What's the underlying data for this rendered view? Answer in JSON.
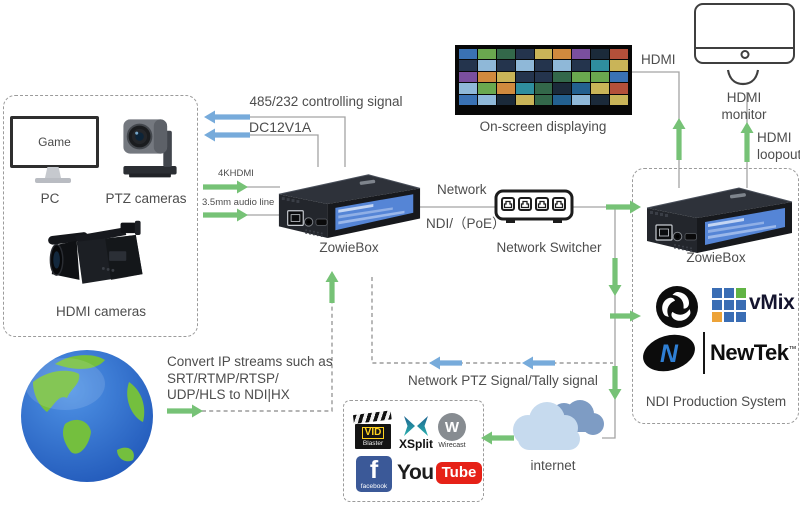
{
  "labels": {
    "ctrl_signal": "485/232 controlling signal",
    "power": "DC12V1A",
    "hdmi4k": "4KHDMI",
    "audio": "3.5mm audio line",
    "network": "Network",
    "ndi_poe": "NDI/（PoE）",
    "network_switcher": "Network Switcher",
    "onscreen": "On-screen displaying",
    "hdmi_wall": "HDMI",
    "hdmi_monitor_1": "HDMI",
    "hdmi_monitor_2": "monitor",
    "hdmi_loopout_1": "HDMI",
    "hdmi_loopout_2": "loopout",
    "zowiebox_left": "ZowieBox",
    "zowiebox_right": "ZowieBox",
    "ndi_production": "NDI Production System",
    "internet": "internet",
    "ptz_tally": "Network PTZ Signal/Tally signal",
    "convert_1": "Convert IP streams such as",
    "convert_2": "SRT/RTMP/RTSP/",
    "convert_3": "UDP/HLS to NDI|HX"
  },
  "sources": {
    "pc": "PC",
    "pc_screen": "Game",
    "ptz": "PTZ cameras",
    "hdmi_cam": "HDMI cameras"
  },
  "logos": {
    "vmix": "vMix",
    "newtek": "NewTek",
    "newtek_tm": "™",
    "newtek_n": "N",
    "xsplit": "XSplit",
    "wirecast": "Wirecast",
    "wirecast_w": "W",
    "vid": "VID",
    "blaster": "Blaster",
    "facebook_f": "f",
    "facebook": "facebook",
    "youtube_you": "You",
    "youtube_tube": "Tube"
  },
  "colors": {
    "arrow_green": "#76c276",
    "arrow_blue": "#77abdb",
    "line_gray": "#a3a3a3",
    "screen_blue": "#5585d6",
    "vmix_blue": "#3a6db4",
    "vmix_green": "#61b444",
    "vmix_orange": "#eda338",
    "newtek_blue": "#2f7fd4",
    "facebook_blue": "#3b5998",
    "youtube_red": "#e62117",
    "earth_blue1": "#4f93e6",
    "earth_blue2": "#2057b8",
    "earth_green": "#74bf3e",
    "cloud_front": "#c6daee",
    "cloud_back": "#7e9cc4"
  },
  "decor": {
    "wall_rows": 5,
    "wall_cols": 9,
    "wall_palette": [
      "#3a72b4",
      "#d08a3e",
      "#2f8e9e",
      "#24344d",
      "#b4503a",
      "#6aa84f",
      "#7a4f9e",
      "#23608f",
      "#c9b458",
      "#8fb8d8",
      "#33684a",
      "#1b2a3a"
    ]
  }
}
